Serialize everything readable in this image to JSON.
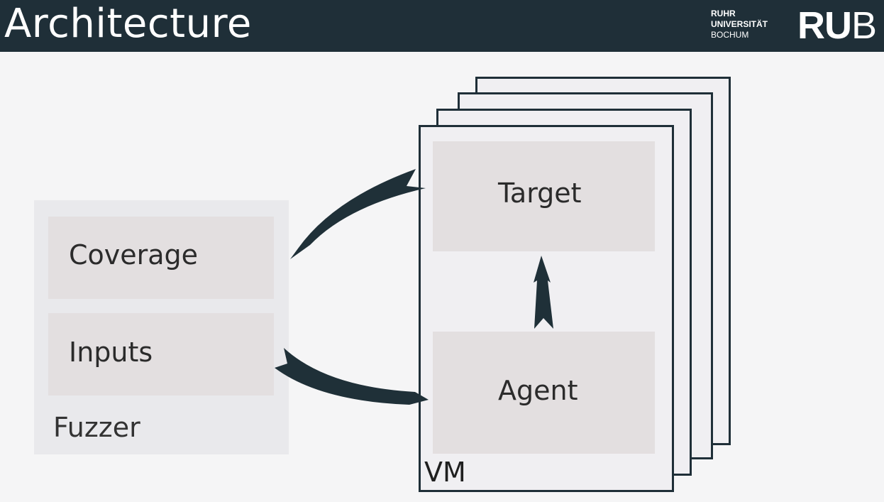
{
  "header": {
    "title": "Architecture",
    "logo": {
      "line1": "RUHR",
      "line2": "UNIVERSITÄT",
      "line3": "BOCHUM",
      "mark_bold": "RU",
      "mark_light": "B"
    }
  },
  "diagram": {
    "fuzzer": {
      "label": "Fuzzer",
      "coverage_label": "Coverage",
      "inputs_label": "Inputs"
    },
    "vm": {
      "label": "VM",
      "target_label": "Target",
      "agent_label": "Agent"
    }
  },
  "colors": {
    "header_bg": "#1f2f38",
    "arrow": "#1f3038",
    "panel": "#e9e9ec",
    "inner_box": "#e3dfe0",
    "vm_card": "#f0eff2"
  }
}
